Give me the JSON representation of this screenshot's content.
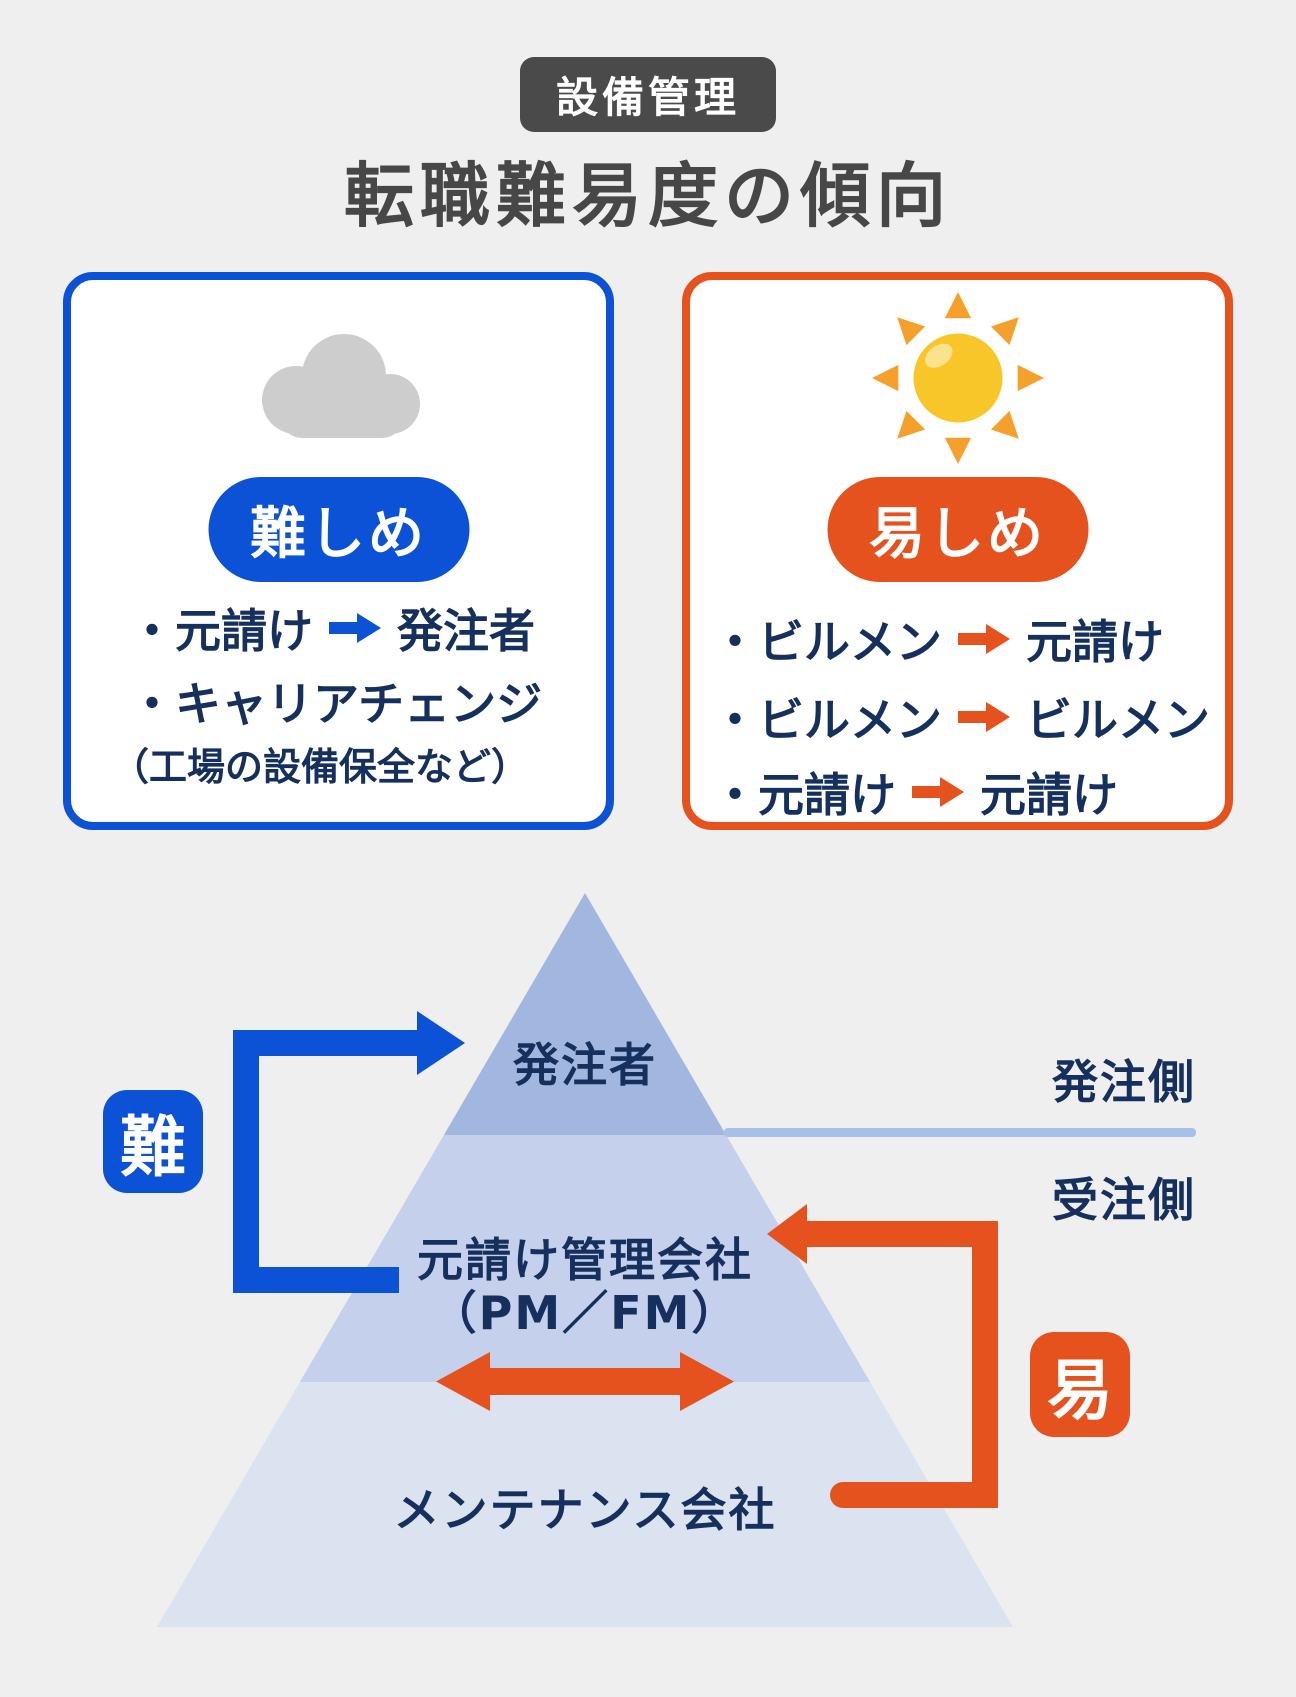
{
  "header": {
    "badge": "設備管理",
    "title": "転職難易度の傾向"
  },
  "cards": {
    "hard": {
      "icon": "cloud",
      "pill": "難しめ",
      "items": [
        {
          "from": "・元請け",
          "to": "発注者"
        },
        {
          "text": "・キャリアチェンジ"
        },
        {
          "note": "（工場の設備保全など）"
        }
      ]
    },
    "easy": {
      "icon": "sun",
      "pill": "易しめ",
      "items": [
        {
          "from": "・ビルメン",
          "to": "元請け"
        },
        {
          "from": "・ビルメン",
          "to": "ビルメン"
        },
        {
          "from": "・元請け",
          "to": "元請け"
        }
      ]
    }
  },
  "pyramid": {
    "top_label": "発注者",
    "middle_label": "元請け管理会社",
    "middle_label_sub": "（PM／FM）",
    "bottom_label": "メンテナンス会社",
    "side_top": "発注側",
    "side_bottom": "受注側",
    "hard_badge": "難",
    "easy_badge": "易"
  },
  "colors": {
    "blue": "#0b52d6",
    "orange": "#e5521d",
    "navy": "#16305e",
    "badge_gray": "#4a4a4a",
    "title_gray": "#474747",
    "pyramid_top": "#a1b7e0",
    "pyramid_middle": "#c5d1ec",
    "pyramid_bottom": "#dbe2f0",
    "divider_line": "#a6c0e8",
    "cloud_gray": "#cdcdcd",
    "sun_yellow": "#f8c628",
    "sun_ray_orange": "#f6a02c",
    "background": "#efefef"
  }
}
